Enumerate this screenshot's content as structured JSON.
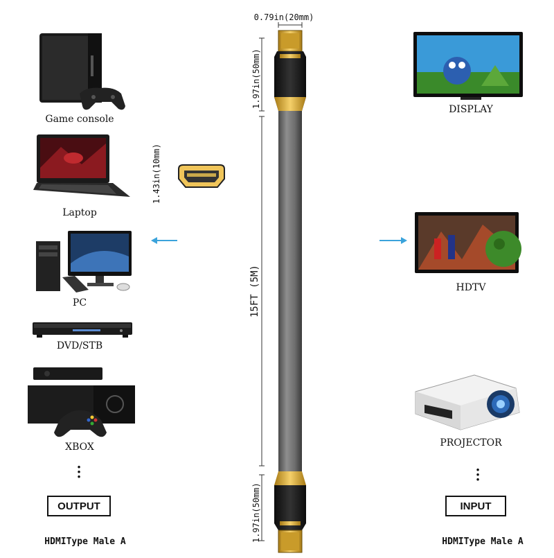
{
  "left_devices": [
    {
      "label": "Game console",
      "icon": "game-console-icon"
    },
    {
      "label": "Laptop",
      "icon": "laptop-icon"
    },
    {
      "label": "PC",
      "icon": "desktop-pc-icon"
    },
    {
      "label": "DVD/STB",
      "icon": "dvd-player-icon"
    },
    {
      "label": "XBOX",
      "icon": "xbox-icon"
    }
  ],
  "right_devices": [
    {
      "label": "DISPLAY",
      "icon": "monitor-icon"
    },
    {
      "label": "HDTV",
      "icon": "tv-icon"
    },
    {
      "label": "PROJECTOR",
      "icon": "projector-icon"
    }
  ],
  "output_label": "OUTPUT",
  "input_label": "INPUT",
  "left_footer": "HDMIType Male A",
  "right_footer": "HDMIType Male A",
  "dimensions": {
    "connector_width": "0.79in(20mm)",
    "connector_length_top": "1.97in(50mm)",
    "connector_length_bottom": "1.97in(50mm)",
    "cable_length": "15FT (5M)",
    "plug_height": "1.43in(10mm)"
  },
  "colors": {
    "accent_arrow": "#3ba3db",
    "connector_gold": "#e3b53a",
    "cable": "#7a7a7a"
  }
}
